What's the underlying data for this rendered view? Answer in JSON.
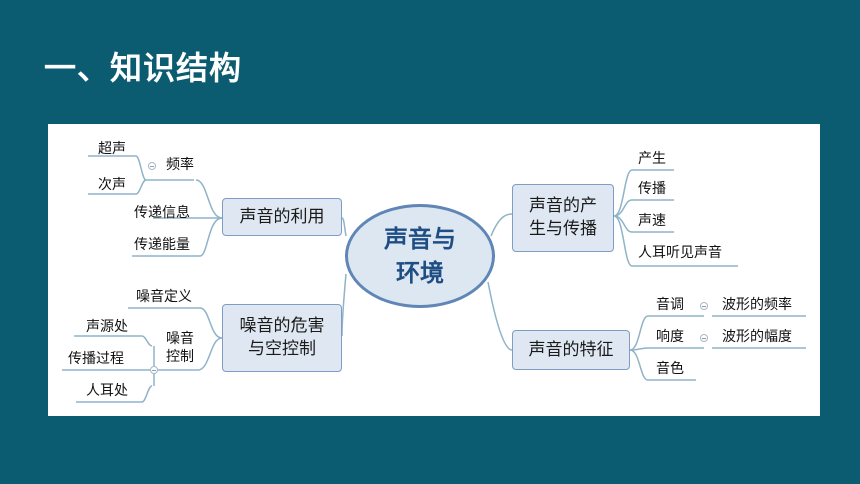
{
  "heading": "一、知识结构",
  "center": {
    "line1": "声音与",
    "line2": "环境"
  },
  "left_top": {
    "branch": "声音的利用",
    "frequency": "频率",
    "ultrasound": "超声",
    "infrasound": "次声",
    "info": "传递信息",
    "energy": "传递能量"
  },
  "left_bottom": {
    "branch_l1": "噪音的危害",
    "branch_l2": "与空控制",
    "definition": "噪音定义",
    "control_l1": "噪音",
    "control_l2": "控制",
    "source": "声源处",
    "path": "传播过程",
    "ear": "人耳处"
  },
  "right_top": {
    "branch_l1": "声音的产",
    "branch_l2": "生与传播",
    "produce": "产生",
    "propagate": "传播",
    "speed": "声速",
    "hearing": "人耳听见声音"
  },
  "right_bottom": {
    "branch": "声音的特征",
    "pitch": "音调",
    "pitch_detail": "波形的频率",
    "loudness": "响度",
    "loudness_detail": "波形的幅度",
    "timbre": "音色"
  },
  "colors": {
    "background": "#0b5c70",
    "line": "#8fb3c8",
    "box_fill": "#dfe8f2",
    "center_border": "#5f86b4"
  }
}
